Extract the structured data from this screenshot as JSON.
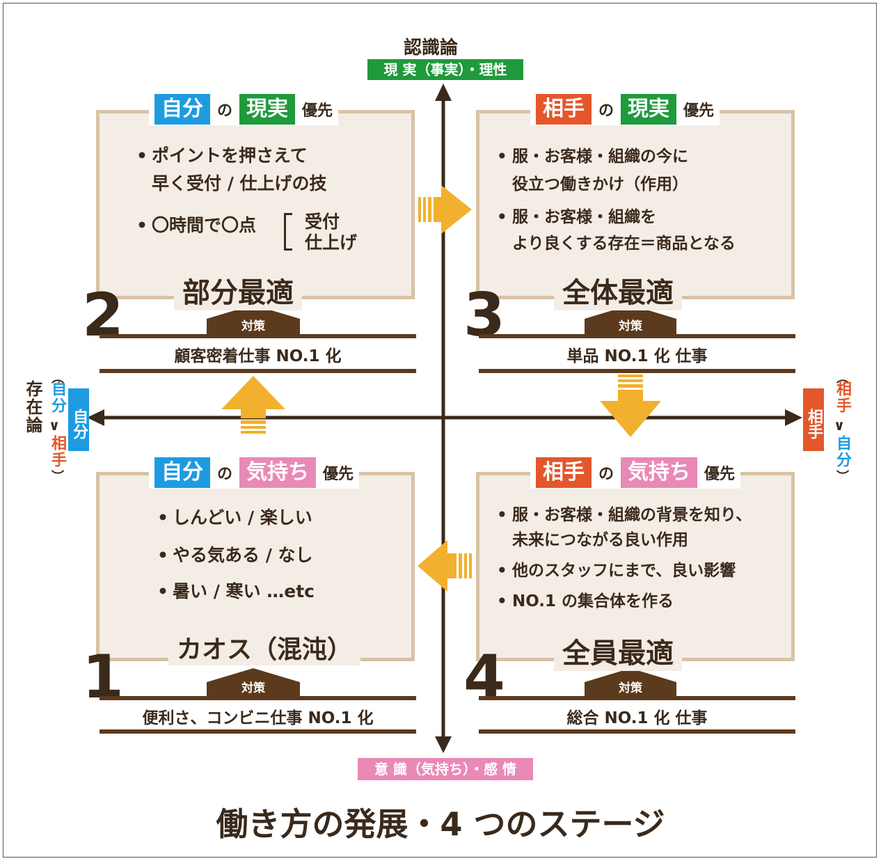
{
  "colors": {
    "brown": "#5c3a1e",
    "blue": "#1e9be0",
    "green": "#1f9a3c",
    "orange": "#e3572b",
    "pink": "#e989b6",
    "yellow": "#f2b02f",
    "box_bg": "#f4ede6",
    "box_border": "#d8c3a5"
  },
  "axes": {
    "top_label": "認識論",
    "top_sub": "現 実（事実）・理性",
    "bottom_sub": "意 識（気持ち）・感 情",
    "left_main": "存在論",
    "left_paren_open": "︵",
    "left_a": "自分",
    "left_gt": "∨",
    "left_b": "相手",
    "left_paren_close": "︶",
    "left_box": "自分",
    "right_box": "相手",
    "right_paren_open": "︵",
    "right_a": "相手",
    "right_gt": "∨",
    "right_b": "自分",
    "right_paren_close": "︶"
  },
  "q2": {
    "tag1": "自分",
    "no": "の",
    "tag2": "現実",
    "priority": "優先",
    "items": [
      "ポイントを押さえて",
      "早く受付 / 仕上げの技",
      "〇時間で〇点"
    ],
    "bracket_items": [
      "受付",
      "仕上げ"
    ],
    "title": "部分最適",
    "number": "2",
    "taisaku": "対策",
    "measure": "顧客密着仕事 NO.1 化"
  },
  "q3": {
    "tag1": "相手",
    "no": "の",
    "tag2": "現実",
    "priority": "優先",
    "items": [
      "服・お客様・組織の今に",
      "役立つ働きかけ（作用）",
      "服・お客様・組織を",
      "より良くする存在＝商品となる"
    ],
    "title": "全体最適",
    "number": "3",
    "taisaku": "対策",
    "measure": "単品 NO.1 化 仕事"
  },
  "q1": {
    "tag1": "自分",
    "no": "の",
    "tag2": "気持ち",
    "priority": "優先",
    "items": [
      "しんどい / 楽しい",
      "やる気ある / なし",
      "暑い / 寒い …etc"
    ],
    "title": "カオス（混沌）",
    "number": "1",
    "taisaku": "対策",
    "measure": "便利さ、コンビニ仕事 NO.1 化"
  },
  "q4": {
    "tag1": "相手",
    "no": "の",
    "tag2": "気持ち",
    "priority": "優先",
    "items": [
      "服・お客様・組織の背景を知り、",
      "未来につながる良い作用",
      "他のスタッフにまで、良い影響",
      "NO.1 の集合体を作る"
    ],
    "title": "全員最適",
    "number": "4",
    "taisaku": "対策",
    "measure": "総合 NO.1 化 仕事"
  },
  "bullet": "•",
  "main_title": "働き方の発展・4 つのステージ"
}
